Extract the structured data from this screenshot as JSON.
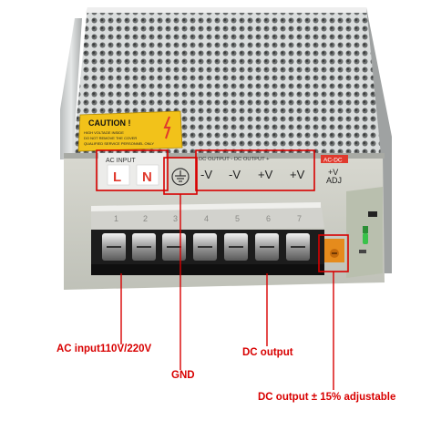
{
  "device": {
    "caution_label": {
      "title": "CAUTION !",
      "lines": [
        "HIGH VOLTAGE INSIDE",
        "DO NOT REMOVE THE COVER",
        "QUALIFIED SERVICE PERSONNEL ONLY"
      ]
    },
    "ac_input_header": "AC INPUT",
    "dc_output_header": "DC OUTPUT - DC OUTPUT +",
    "adj_label": {
      "tag": "AC-DC",
      "sign": "+V",
      "text": "ADJ"
    },
    "terminals": [
      {
        "label": "L"
      },
      {
        "label": "N"
      },
      {
        "label": "⏚"
      },
      {
        "label": "-V"
      },
      {
        "label": "-V"
      },
      {
        "label": "+V"
      },
      {
        "label": "+V"
      }
    ],
    "terminal_numbers": [
      "1",
      "2",
      "3",
      "4",
      "5",
      "6",
      "7"
    ]
  },
  "annotations": {
    "ac_input": "AC input110V/220V",
    "gnd": "GND",
    "dc_output": "DC output",
    "dc_adjustable": "DC output ± 15% adjustable"
  },
  "colors": {
    "callout_red": "#d80000",
    "caution_yellow": "#f2c21a",
    "terminal_red": "#e03a2e",
    "housing_silver": "#c9cccc"
  }
}
